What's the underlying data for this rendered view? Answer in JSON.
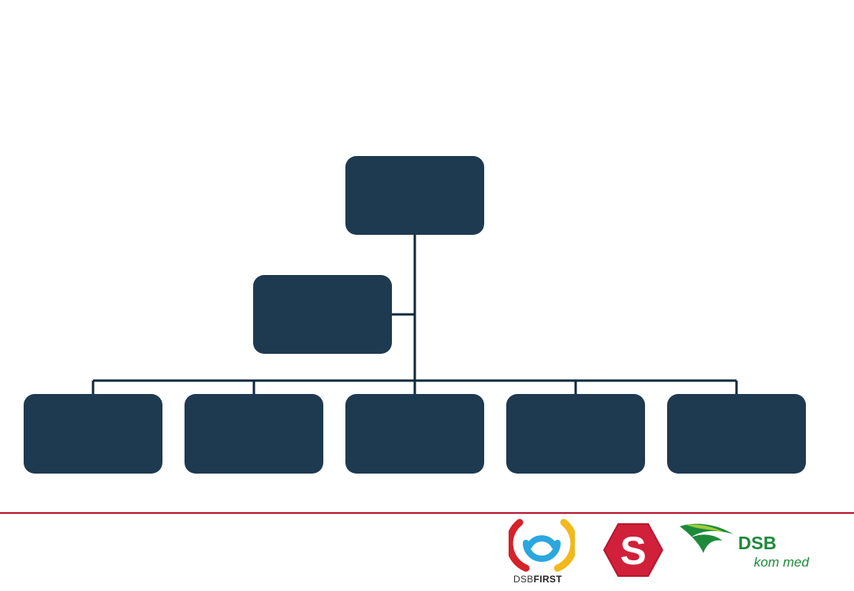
{
  "colors": {
    "node": "#1e3a50",
    "connector": "#0f2a3e",
    "footer_line": "#b5122b",
    "dsb_green": "#1d8a3a",
    "s_red": "#d1203a"
  },
  "org_chart": {
    "top_node": "",
    "assistant_node": "",
    "bottom_nodes": [
      "",
      "",
      "",
      "",
      ""
    ]
  },
  "footer": {
    "logos": {
      "dsbfirst": {
        "icon": "dsbfirst-logo",
        "text_regular": "DSB",
        "text_bold": "FIRST"
      },
      "s_tog": {
        "icon": "s-tog-logo",
        "letter": "S"
      },
      "dsb": {
        "icon": "dsb-logo",
        "word": "DSB",
        "tagline": "kom med"
      }
    }
  }
}
